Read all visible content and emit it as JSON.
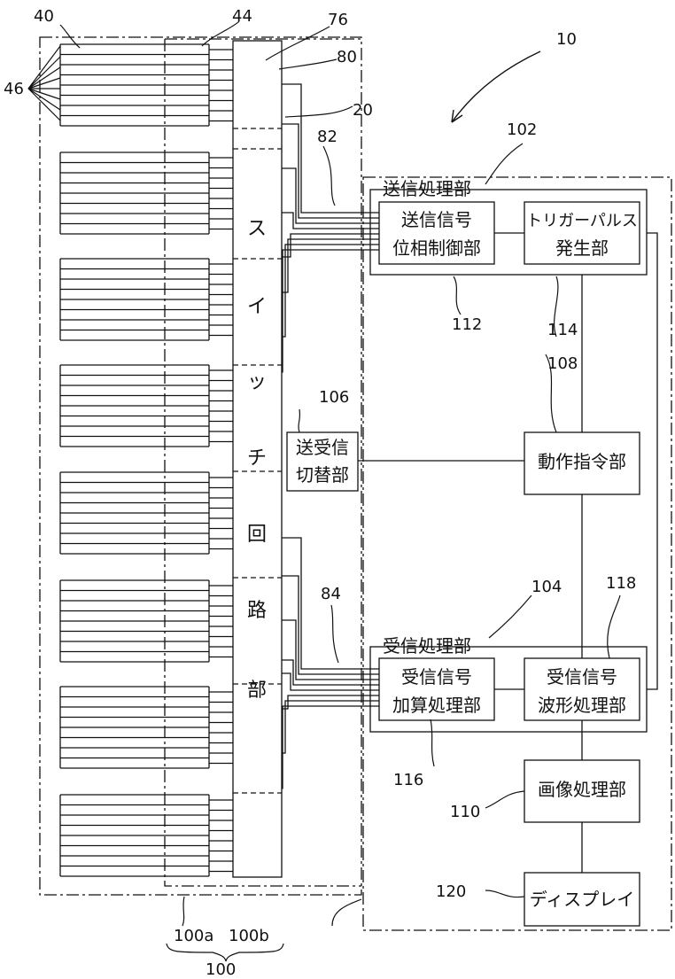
{
  "refs": {
    "r10": "10",
    "r20": "20",
    "r40": "40",
    "r44": "44",
    "r46": "46",
    "r76": "76",
    "r80": "80",
    "r82": "82",
    "r84": "84",
    "r100": "100",
    "r100a": "100a",
    "r100b": "100b",
    "r102": "102",
    "r104": "104",
    "r106": "106",
    "r108": "108",
    "r110": "110",
    "r112": "112",
    "r114": "114",
    "r116": "116",
    "r118": "118",
    "r120": "120"
  },
  "switch_circuit": {
    "chars": [
      "ス",
      "イ",
      "ッ",
      "チ",
      "回",
      "路",
      "部"
    ]
  },
  "tx_group": {
    "title": "送信処理部",
    "phase_control": [
      "送信信号",
      "位相制御部"
    ],
    "trigger": [
      "トリガーパルス",
      "発生部"
    ]
  },
  "rx_group": {
    "title": "受信処理部",
    "adder": [
      "受信信号",
      "加算処理部"
    ],
    "waveform": [
      "受信信号",
      "波形処理部"
    ]
  },
  "txrx_switch": [
    "送受信",
    "切替部"
  ],
  "command_unit": "動作指令部",
  "image_unit": "画像処理部",
  "display_unit": "ディスプレイ"
}
